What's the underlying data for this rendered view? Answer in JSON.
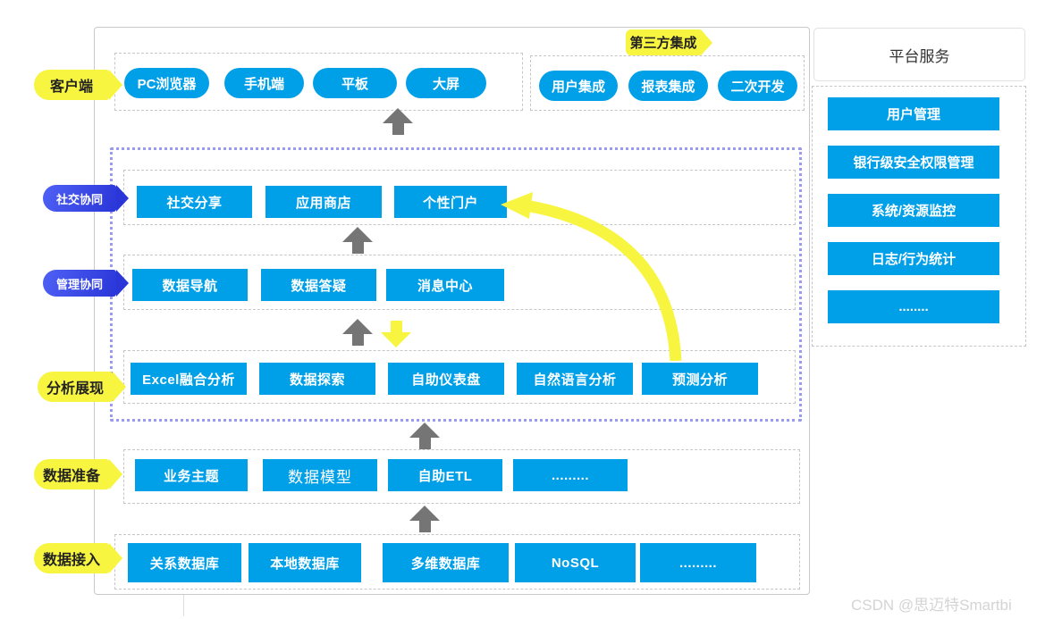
{
  "colors": {
    "button_blue": "#00a0e9",
    "tag_yellow": "#f7f540",
    "tag_blue_start": "#4f61f5",
    "tag_blue_end": "#2a36d8",
    "arrow_gray": "#757575",
    "curve_arrow_yellow": "#f7f540",
    "dotted_container_blue": "#9a9af0"
  },
  "left_tags": {
    "client": "客户端",
    "social": "社交协同",
    "management": "管理协同",
    "analysis": "分析展现",
    "preparation": "数据准备",
    "access": "数据接入"
  },
  "third_party_tag": "第三方集成",
  "client_row": {
    "items": [
      "PC浏览器",
      "手机端",
      "平板",
      "大屏"
    ]
  },
  "third_party_row": {
    "items": [
      "用户集成",
      "报表集成",
      "二次开发"
    ]
  },
  "social_row": {
    "items": [
      "社交分享",
      "应用商店",
      "个性门户"
    ]
  },
  "management_row": {
    "items": [
      "数据导航",
      "数据答疑",
      "消息中心"
    ]
  },
  "analysis_row": {
    "items": [
      "Excel融合分析",
      "数据探索",
      "自助仪表盘",
      "自然语言分析",
      "预测分析"
    ]
  },
  "preparation_row": {
    "items": [
      "业务主题",
      "数据模型",
      "自助ETL",
      "........."
    ]
  },
  "access_row": {
    "items": [
      "关系数据库",
      "本地数据库",
      "多维数据库",
      "NoSQL",
      "........."
    ]
  },
  "platform_panel": {
    "title": "平台服务",
    "items": [
      "用户管理",
      "银行级安全权限管理",
      "系统/资源监控",
      "日志/行为统计",
      "........"
    ]
  },
  "watermark": "CSDN @思迈特Smartbi"
}
